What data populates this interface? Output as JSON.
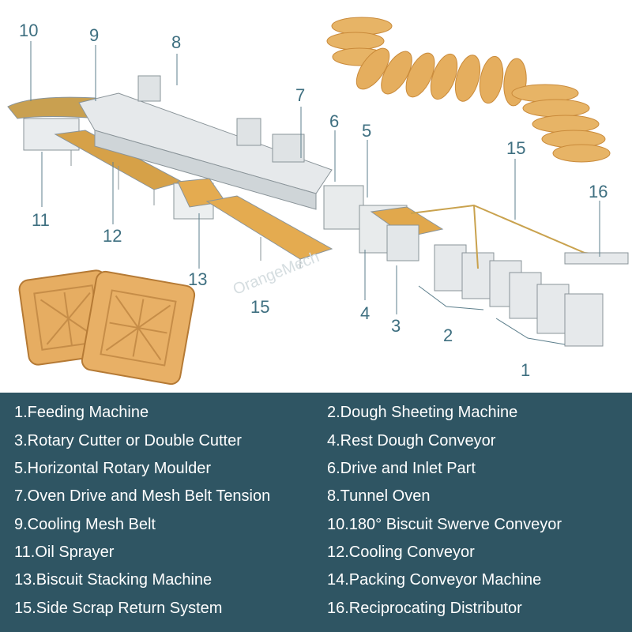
{
  "callouts": [
    "1",
    "2",
    "3",
    "4",
    "5",
    "6",
    "7",
    "8",
    "9",
    "10",
    "11",
    "12",
    "13",
    "15",
    "15",
    "16"
  ],
  "watermark": "OrangeMech",
  "legend": [
    "1.Feeding Machine",
    "2.Dough Sheeting Machine",
    "3.Rotary Cutter or Double Cutter",
    "4.Rest Dough Conveyor",
    "5.Horizontal Rotary Moulder",
    "6.Drive and Inlet Part",
    "7.Oven Drive and Mesh Belt Tension",
    "8.Tunnel Oven",
    "9.Cooling Mesh Belt",
    "10.180° Biscuit Swerve Conveyor",
    "11.Oil Sprayer",
    "12.Cooling Conveyor",
    "13.Biscuit Stacking Machine",
    "14.Packing Conveyor Machine",
    "15.Side Scrap Return System",
    "16.Reciprocating Distributor"
  ],
  "colors": {
    "legend_bg": "#2f5563",
    "callout_text": "#3e6f80",
    "machine": "#e4e8ea",
    "biscuit": "#e2a95a"
  }
}
